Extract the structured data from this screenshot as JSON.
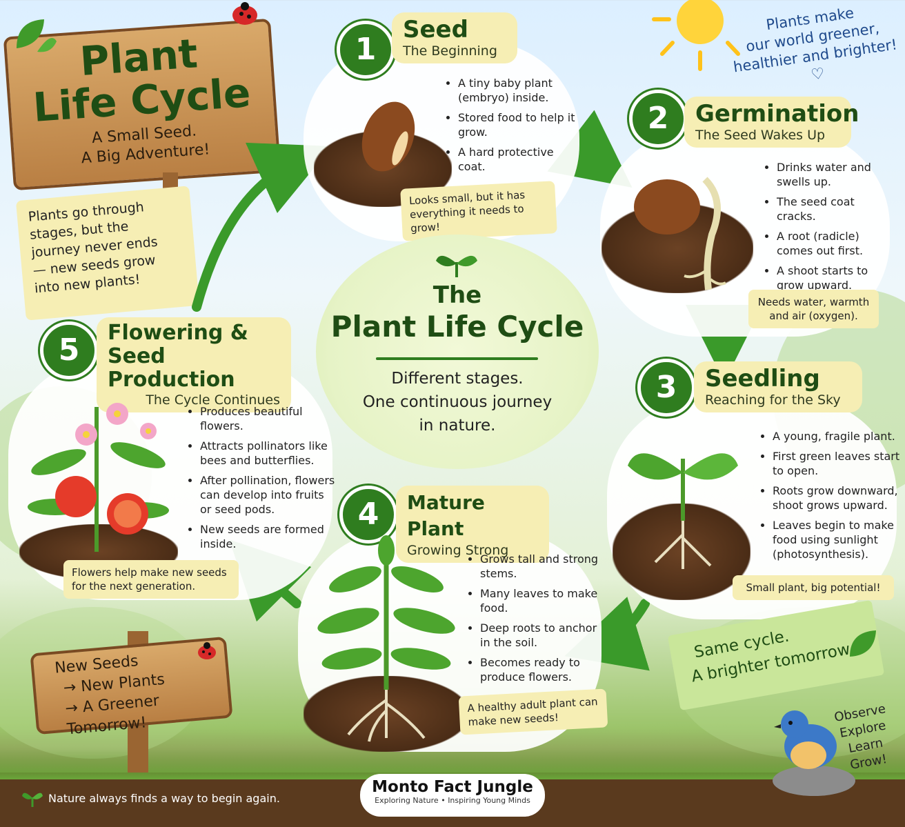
{
  "sign": {
    "title_line1": "Plant",
    "title_line2": "Life Cycle",
    "subtitle_line1": "A Small Seed.",
    "subtitle_line2": "A Big Adventure!"
  },
  "intro_note": [
    "Plants go through",
    "stages, but the",
    "journey never ends",
    "— new seeds grow",
    "into new plants!"
  ],
  "sun_note": [
    "Plants make",
    "our world greener,",
    "healthier and brighter!"
  ],
  "center": {
    "title_small": "The",
    "title_big": "Plant Life Cycle",
    "line1": "Different stages.",
    "line2": "One continuous journey",
    "line3": "in nature."
  },
  "stages": [
    {
      "number": "1",
      "title": "Seed",
      "subtitle": "The Beginning",
      "bullets": [
        "A tiny baby plant (embryo) inside.",
        "Stored food to help it grow.",
        "A hard protective coat."
      ],
      "note": "Looks small, but it has everything it needs to grow!"
    },
    {
      "number": "2",
      "title": "Germination",
      "subtitle": "The Seed Wakes Up",
      "bullets": [
        "Drinks water and swells up.",
        "The seed coat cracks.",
        "A root (radicle) comes out first.",
        "A shoot starts to grow upward."
      ],
      "note": "Needs water, warmth and air (oxygen)."
    },
    {
      "number": "3",
      "title": "Seedling",
      "subtitle": "Reaching for the Sky",
      "bullets": [
        "A young, fragile plant.",
        "First green leaves start to open.",
        "Roots grow downward, shoot grows upward.",
        "Leaves begin to make food using sunlight (photosynthesis)."
      ],
      "note": "Small plant, big potential!"
    },
    {
      "number": "4",
      "title": "Mature Plant",
      "subtitle": "Growing Strong",
      "bullets": [
        "Grows tall and strong stems.",
        "Many leaves to make food.",
        "Deep roots to anchor in the soil.",
        "Becomes ready to produce flowers."
      ],
      "note": "A healthy adult plant can make new seeds!"
    },
    {
      "number": "5",
      "title_line1": "Flowering &",
      "title_line2": "Seed Production",
      "subtitle": "The Cycle Continues",
      "bullets": [
        "Produces beautiful flowers.",
        "Attracts pollinators like bees and butterflies.",
        "After pollination, flowers can develop into fruits or seed pods.",
        "New seeds are formed inside."
      ],
      "note": "Flowers help make new seeds for the next generation."
    }
  ],
  "bottom_sign": {
    "line1": "New Seeds",
    "line2": "→ New Plants",
    "line3": "→ A Greener Tomorrow!"
  },
  "banner": {
    "line1": "Same cycle.",
    "line2": "A brighter tomorrow."
  },
  "observe": [
    "Observe",
    "Explore",
    "Learn",
    "Grow!"
  ],
  "footer": {
    "left": "Nature always finds a way to begin again.",
    "brand": "Monto Fact Jungle",
    "tag1": "Exploring Nature",
    "tag2": "Inspiring Young Minds"
  },
  "colors": {
    "accent_green": "#2f7d1f",
    "pill_yellow": "#f6eeb4",
    "wood": "#c68d4f"
  }
}
